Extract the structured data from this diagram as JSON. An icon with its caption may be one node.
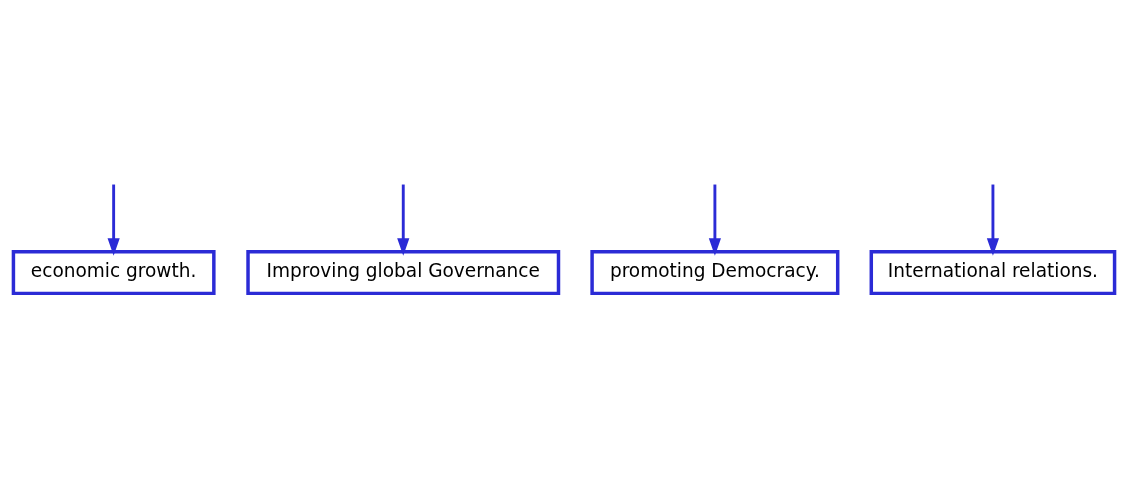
{
  "diagram": {
    "nodes": [
      {
        "text": [
          "economic growth."
        ]
      },
      {
        "text": [
          "Improving global Governance"
        ]
      },
      {
        "text": [
          "promoting Democracy."
        ]
      },
      {
        "text": [
          "International relations."
        ]
      }
    ],
    "edges": [
      {
        "from": null,
        "to": 0,
        "arrow": "to"
      },
      {
        "from": null,
        "to": 1,
        "arrow": "to"
      },
      {
        "from": null,
        "to": 2,
        "arrow": "to"
      },
      {
        "from": null,
        "to": 3,
        "arrow": "to"
      }
    ]
  }
}
